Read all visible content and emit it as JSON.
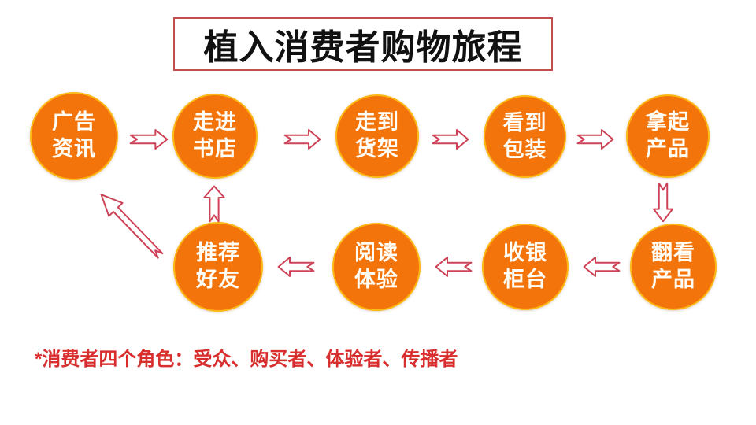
{
  "title": {
    "text": "植入消费者购物旅程"
  },
  "nodes": [
    {
      "id": "ad-info",
      "label": "广告\n资讯"
    },
    {
      "id": "enter-bookstore",
      "label": "走进\n书店"
    },
    {
      "id": "walk-to-shelf",
      "label": "走到\n货架"
    },
    {
      "id": "see-packaging",
      "label": "看到\n包装"
    },
    {
      "id": "pick-up-product",
      "label": "拿起\n产品"
    },
    {
      "id": "browse-product",
      "label": "翻看\n产品"
    },
    {
      "id": "cashier-counter",
      "label": "收银\n柜台"
    },
    {
      "id": "reading-experience",
      "label": "阅读\n体验"
    },
    {
      "id": "recommend-friends",
      "label": "推荐\n好友"
    }
  ],
  "edges": [
    {
      "from": "ad-info",
      "to": "enter-bookstore",
      "direction": "right"
    },
    {
      "from": "enter-bookstore",
      "to": "walk-to-shelf",
      "direction": "right"
    },
    {
      "from": "walk-to-shelf",
      "to": "see-packaging",
      "direction": "right"
    },
    {
      "from": "see-packaging",
      "to": "pick-up-product",
      "direction": "right"
    },
    {
      "from": "pick-up-product",
      "to": "browse-product",
      "direction": "down"
    },
    {
      "from": "browse-product",
      "to": "cashier-counter",
      "direction": "left"
    },
    {
      "from": "cashier-counter",
      "to": "reading-experience",
      "direction": "left"
    },
    {
      "from": "reading-experience",
      "to": "recommend-friends",
      "direction": "left"
    },
    {
      "from": "recommend-friends",
      "to": "enter-bookstore",
      "direction": "up"
    },
    {
      "from": "recommend-friends",
      "to": "ad-info",
      "direction": "up-left"
    }
  ],
  "footnote": {
    "text": "*消费者四个角色：受众、购买者、体验者、传播者"
  },
  "colors": {
    "background": "#FFFFFF",
    "circle-fill": "#F4740C",
    "circle-border": "#FDB813",
    "circle-text": "#FFFDF6",
    "arrow-fill": "#FFFFFF",
    "arrow-stroke": "#CE4257",
    "title-text": "#111111",
    "title-border": "#C0504D",
    "footnote-text": "#D92E2E"
  }
}
